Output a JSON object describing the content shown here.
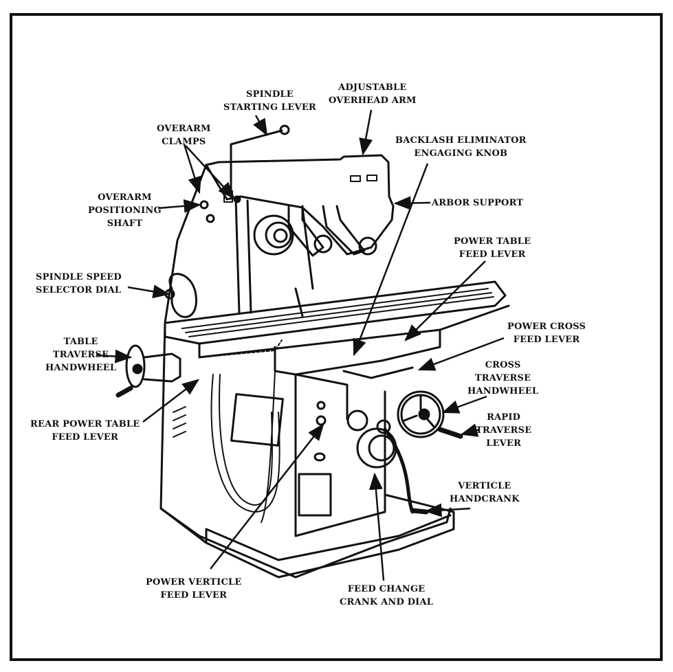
{
  "figure": {
    "subject": "Horizontal milling machine",
    "colors": {
      "ink": "#111111",
      "paper": "#ffffff"
    },
    "labels": {
      "spindle_starting_lever": [
        "SPINDLE",
        "STARTING LEVER"
      ],
      "adjustable_overhead_arm": [
        "ADJUSTABLE",
        "OVERHEAD ARM"
      ],
      "overarm_clamps": [
        "OVERARM",
        "CLAMPS"
      ],
      "backlash_eliminator": [
        "BACKLASH ELIMINATOR",
        "ENGAGING KNOB"
      ],
      "overarm_positioning_shaft": [
        "OVERARM",
        "POSITIONING",
        "SHAFT"
      ],
      "arbor_support": [
        "ARBOR SUPPORT"
      ],
      "power_table_feed_lever": [
        "POWER TABLE",
        "FEED LEVER"
      ],
      "spindle_speed_selector_dial": [
        "SPINDLE SPEED",
        "SELECTOR DIAL"
      ],
      "power_cross_feed_lever": [
        "POWER CROSS",
        "FEED LEVER"
      ],
      "table_traverse_handwheel": [
        "TABLE",
        "TRAVERSE",
        "HANDWHEEL"
      ],
      "cross_traverse_handwheel": [
        "CROSS",
        "TRAVERSE",
        "HANDWHEEL"
      ],
      "rapid_traverse_lever": [
        "RAPID",
        "TRAVERSE",
        "LEVER"
      ],
      "rear_power_table_feed_lever": [
        "REAR POWER TABLE",
        "FEED LEVER"
      ],
      "verticle_handcrank": [
        "VERTICLE",
        "HANDCRANK"
      ],
      "power_verticle_feed_lever": [
        "POWER VERTICLE",
        "FEED LEVER"
      ],
      "feed_change_crank_and_dial": [
        "FEED CHANGE",
        "CRANK AND DIAL"
      ]
    }
  }
}
